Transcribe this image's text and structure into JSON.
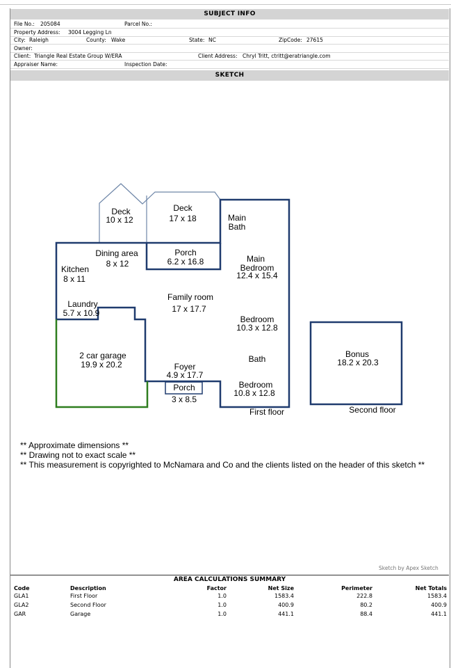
{
  "subject_info": {
    "title": "SUBJECT INFO",
    "file_no_label": "File No.:",
    "file_no": "205084",
    "parcel_no_label": "Parcel No.:",
    "parcel_no": "",
    "property_address_label": "Property Address:",
    "property_address": "3004 Legging Ln",
    "city_label": "City:",
    "city": "Raleigh",
    "county_label": "County:",
    "county": "Wake",
    "state_label": "State:",
    "state": "NC",
    "zip_label": "ZipCode:",
    "zip": "27615",
    "owner_label": "Owner:",
    "owner": "",
    "client_label": "Client:",
    "client": "Triangle Real Estate Group W/ERA",
    "client_address_label": "Client Address:",
    "client_address": "Chryl Tritt, ctritt@eratriangle.com",
    "appraiser_label": "Appraiser Name:",
    "appraiser": "",
    "inspection_label": "Inspection Date:",
    "inspection_date": ""
  },
  "sketch": {
    "title": "SKETCH",
    "rooms": {
      "deck1_name": "Deck",
      "deck1_size": "10 x 12",
      "deck2_name": "Deck",
      "deck2_size": "17 x 18",
      "main_bath_l1": "Main",
      "main_bath_l2": "Bath",
      "dining_name": "Dining area",
      "dining_size": "8 x 12",
      "porch_top_name": "Porch",
      "porch_top_size": "6.2 x 16.8",
      "main_bed_l1": "Main",
      "main_bed_l2": "Bedroom",
      "main_bed_size": "12.4 x 15.4",
      "kitchen_name": "Kitchen",
      "kitchen_size": "8 x 11",
      "family_name": "Family room",
      "family_size": "17 x 17.7",
      "laundry_name": "Laundry",
      "laundry_size": "5.7 x 10.9",
      "bedroom1_name": "Bedroom",
      "bedroom1_size": "10.3 x 12.8",
      "garage_name": "2 car garage",
      "garage_size": "19.9 x 20.2",
      "bath_name": "Bath",
      "foyer_name": "Foyer",
      "foyer_size": "4.9 x 17.7",
      "porch_small_name": "Porch",
      "porch_small_size": "3 x 8.5",
      "bedroom2_name": "Bedroom",
      "bedroom2_size": "10.8 x 12.8",
      "first_floor": "First floor",
      "bonus_name": "Bonus",
      "bonus_size": "18.2 x 20.3",
      "second_floor": "Second floor"
    },
    "notes": [
      "** Approximate dimensions **",
      "** Drawing not to exact scale **",
      "** This measurement is copyrighted to McNamara and Co and the clients listed on the header of this sketch **"
    ],
    "credit": "Sketch by Apex Sketch",
    "colors": {
      "wall": "#1f3b6e",
      "garage_wall": "#2e7d1e",
      "deck_wall": "#6e86a8"
    }
  },
  "summary": {
    "title": "AREA CALCULATIONS SUMMARY",
    "headers": [
      "Code",
      "Description",
      "Factor",
      "Net Size",
      "Perimeter",
      "Net Totals"
    ],
    "rows": [
      [
        "GLA1",
        "First Floor",
        "1.0",
        "1583.4",
        "222.8",
        "1583.4"
      ],
      [
        "GLA2",
        "Second Floor",
        "1.0",
        "400.9",
        "80.2",
        "400.9"
      ],
      [
        "GAR",
        "Garage",
        "1.0",
        "441.1",
        "88.4",
        "441.1"
      ]
    ]
  }
}
